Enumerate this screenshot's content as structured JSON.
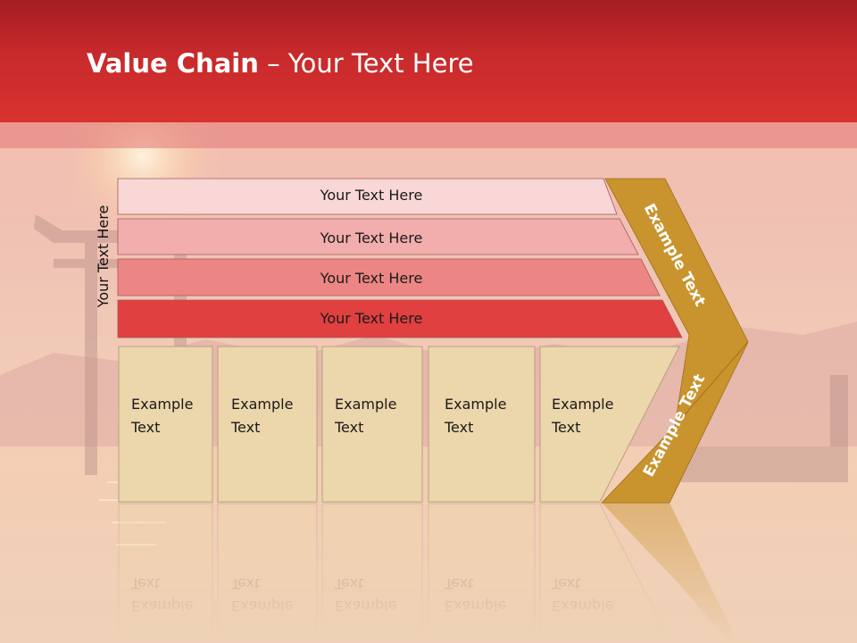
{
  "slide": {
    "title_bold": "Value Chain",
    "title_rest": " – Your Text Here"
  },
  "diagram": {
    "side_label": "Your Text Here",
    "support_rows": [
      {
        "text": "Your Text Here",
        "color": "#f8d7d6"
      },
      {
        "text": "Your Text Here",
        "color": "#f2adad"
      },
      {
        "text": "Your Text Here",
        "color": "#ec8684"
      },
      {
        "text": "Your Text Here",
        "color": "#e04040"
      }
    ],
    "primary_boxes": [
      {
        "line1": "Example",
        "line2": "Text"
      },
      {
        "line1": "Example",
        "line2": "Text"
      },
      {
        "line1": "Example",
        "line2": "Text"
      },
      {
        "line1": "Example",
        "line2": "Text"
      },
      {
        "line1": "Example",
        "line2": "Text"
      }
    ],
    "arrow_labels": {
      "upper": "Example Text",
      "lower": "Example Text"
    },
    "colors": {
      "box_fill": "#ecd6ab",
      "arrow_fill": "#c9932d"
    }
  }
}
